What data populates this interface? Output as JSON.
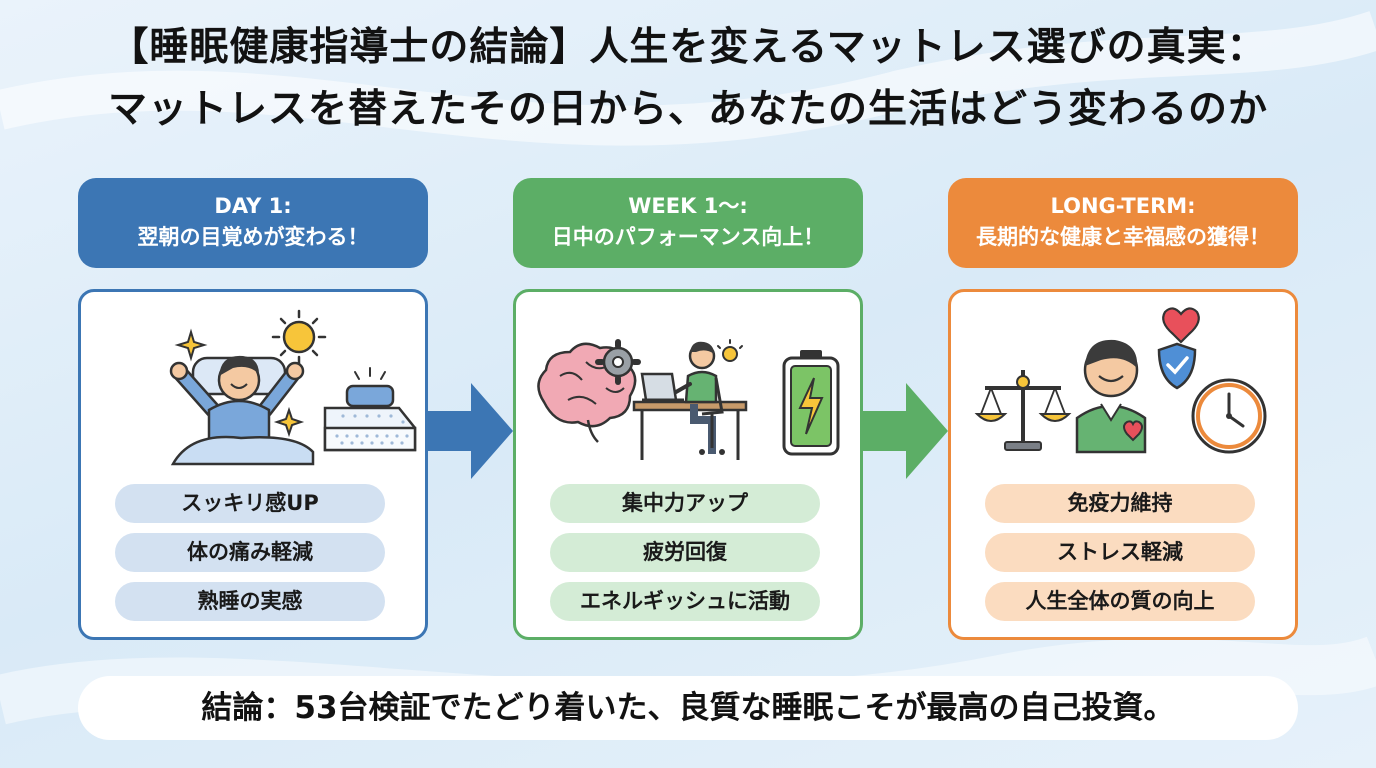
{
  "title": {
    "line1": "【睡眠健康指導士の結論】人生を変えるマットレス選びの真実：",
    "line2": "マットレスを替えたその日から、あなたの生活はどう変わるのか"
  },
  "stages": [
    {
      "heading": "DAY 1:",
      "subheading": "翌朝の目覚めが変わる！",
      "color": "#3c76b4",
      "items": [
        "スッキリ感UP",
        "体の痛み軽減",
        "熟睡の実感"
      ]
    },
    {
      "heading": "WEEK 1〜:",
      "subheading": "日中のパフォーマンス向上！",
      "color": "#5cae66",
      "items": [
        "集中力アップ",
        "疲労回復",
        "エネルギッシュに活動"
      ]
    },
    {
      "heading": "LONG-TERM:",
      "subheading": "長期的な健康と幸福感の獲得！",
      "color": "#ec8a3c",
      "items": [
        "免疫力維持",
        "ストレス軽減",
        "人生全体の質の向上"
      ]
    }
  ],
  "footer": {
    "text": "結論：53台検証でたどり着いた、良質な睡眠こそが最高の自己投資。"
  }
}
